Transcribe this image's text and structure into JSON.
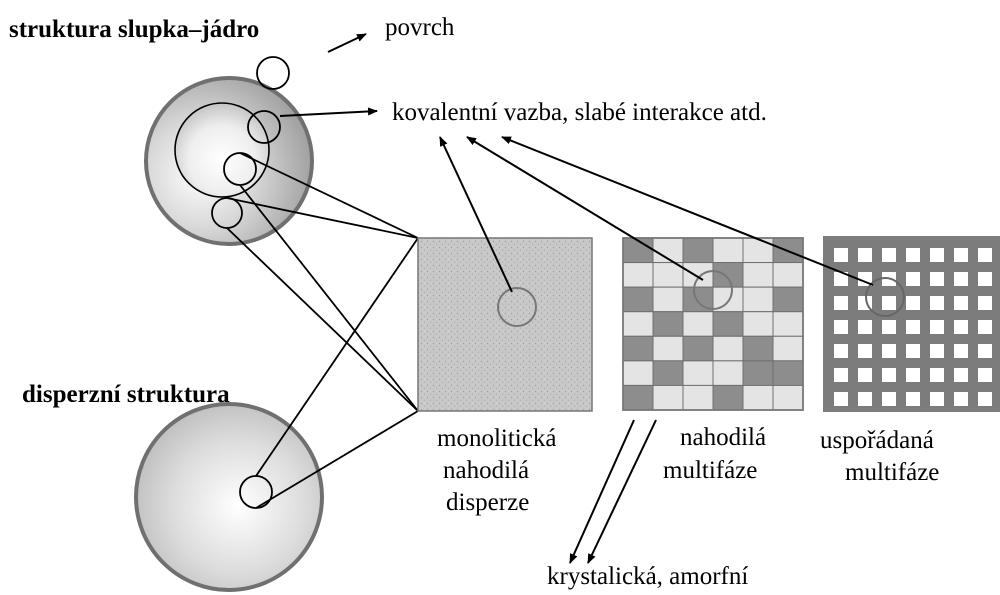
{
  "labels": {
    "core_shell": "struktura slupka–jádro",
    "surface": "povrch",
    "bonding": "kovalentní vazba, slabé interakce atd.",
    "dispersed": "disperzní struktura",
    "monolithic_1": "monolitická",
    "monolithic_2": "nahodilá",
    "monolithic_3": "disperze",
    "random_1": "nahodilá",
    "random_2": "multifáze",
    "ordered_1": "uspořádaná",
    "ordered_2": "multifáze",
    "crystal": "krystalická, amorfní"
  },
  "random_multiphase_grid": [
    [
      1,
      0,
      1,
      0,
      0,
      1
    ],
    [
      0,
      0,
      0,
      1,
      0,
      0
    ],
    [
      1,
      0,
      1,
      0,
      0,
      1
    ],
    [
      0,
      1,
      0,
      1,
      0,
      0
    ],
    [
      1,
      0,
      1,
      0,
      1,
      0
    ],
    [
      0,
      1,
      0,
      0,
      1,
      1
    ],
    [
      1,
      0,
      0,
      1,
      0,
      0
    ]
  ],
  "colors": {
    "sphere_edge": "#6f6f6f",
    "sphere_light": "#ffffff",
    "sphere_dark": "#a9a9a9",
    "monolith_fill": "#c6c6c6",
    "grid_dark": "#8d8d8d",
    "grid_light": "#e4e4e4",
    "ordered_frame": "#7c7c7c"
  }
}
